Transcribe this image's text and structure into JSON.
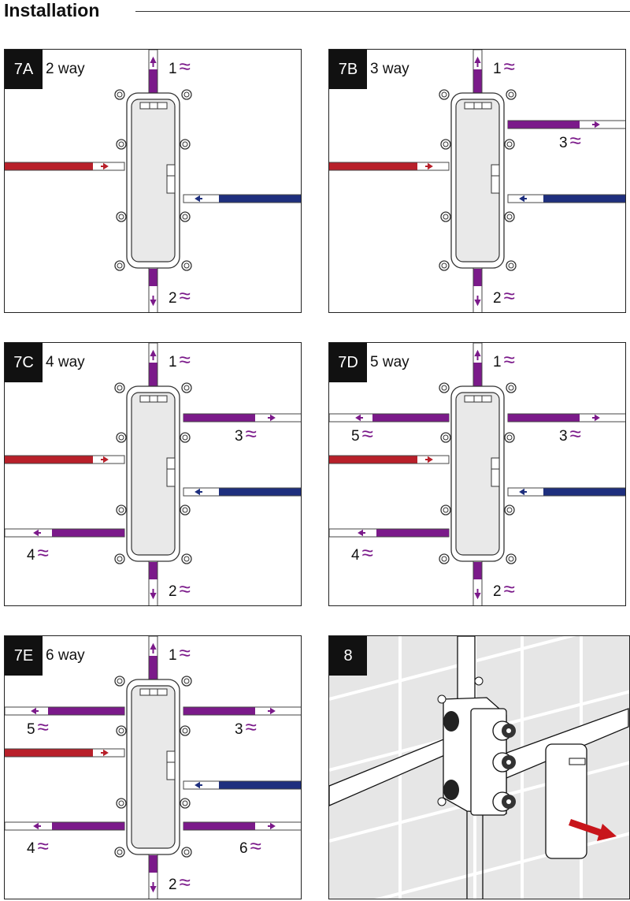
{
  "header": {
    "title": "Installation"
  },
  "colors": {
    "hot": "#b8202a",
    "cold": "#1e2f7e",
    "mixed": "#7b1a8a"
  },
  "wave_symbol": "≈",
  "panels": [
    {
      "id": "7A",
      "label": "2 way",
      "outlets": [
        "1",
        "2"
      ]
    },
    {
      "id": "7B",
      "label": "3 way",
      "outlets": [
        "1",
        "2",
        "3"
      ]
    },
    {
      "id": "7C",
      "label": "4 way",
      "outlets": [
        "1",
        "2",
        "3",
        "4"
      ]
    },
    {
      "id": "7D",
      "label": "5 way",
      "outlets": [
        "1",
        "2",
        "3",
        "4",
        "5"
      ]
    },
    {
      "id": "7E",
      "label": "6 way",
      "outlets": [
        "1",
        "2",
        "3",
        "4",
        "5",
        "6"
      ]
    },
    {
      "id": "8",
      "label": "",
      "outlets": []
    }
  ]
}
